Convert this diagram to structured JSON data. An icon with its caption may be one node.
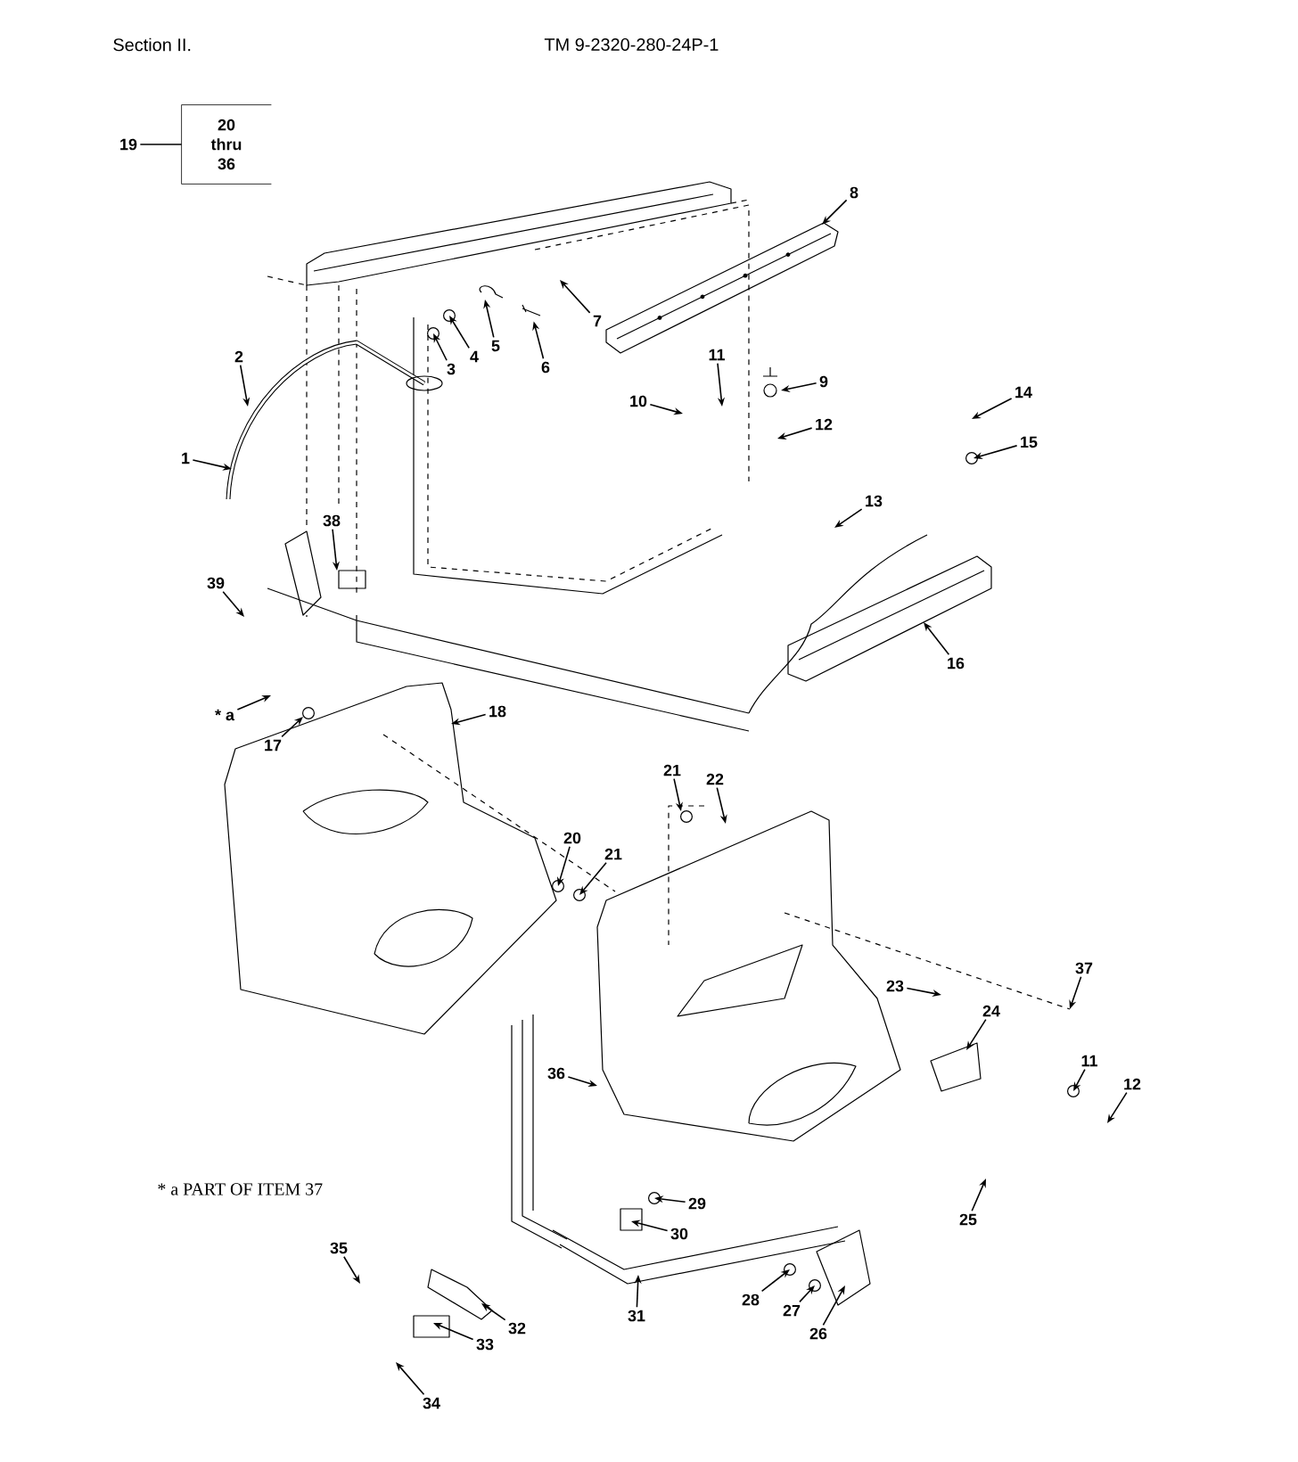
{
  "diagram": {
    "nodes": [
      {
        "text": [
          "19"
        ]
      },
      {
        "text": [
          "20 thru 36"
        ]
      },
      {
        "text": [
          "1"
        ]
      },
      {
        "text": [
          "2"
        ]
      },
      {
        "text": [
          "3"
        ]
      },
      {
        "text": [
          "4"
        ]
      },
      {
        "text": [
          "5"
        ]
      },
      {
        "text": [
          "6"
        ]
      },
      {
        "text": [
          "7"
        ]
      },
      {
        "text": [
          "8"
        ]
      },
      {
        "text": [
          "9"
        ]
      },
      {
        "text": [
          "10"
        ]
      },
      {
        "text": [
          "11"
        ]
      },
      {
        "text": [
          "12"
        ]
      },
      {
        "text": [
          "13"
        ]
      },
      {
        "text": [
          "14"
        ]
      },
      {
        "text": [
          "15"
        ]
      },
      {
        "text": [
          "16"
        ]
      },
      {
        "text": [
          "38"
        ]
      },
      {
        "text": [
          "39"
        ]
      },
      {
        "text": [
          "* a"
        ]
      },
      {
        "text": [
          "17"
        ]
      },
      {
        "text": [
          "18"
        ]
      },
      {
        "text": [
          "21"
        ]
      },
      {
        "text": [
          "22"
        ]
      },
      {
        "text": [
          "20"
        ]
      },
      {
        "text": [
          "21"
        ]
      },
      {
        "text": [
          "36"
        ]
      },
      {
        "text": [
          "37"
        ]
      },
      {
        "text": [
          "23"
        ]
      },
      {
        "text": [
          "24"
        ]
      },
      {
        "text": [
          "11"
        ]
      },
      {
        "text": [
          "12"
        ]
      },
      {
        "text": [
          "25"
        ]
      },
      {
        "text": [
          "29"
        ]
      },
      {
        "text": [
          "30"
        ]
      },
      {
        "text": [
          "31"
        ]
      },
      {
        "text": [
          "28"
        ]
      },
      {
        "text": [
          "27"
        ]
      },
      {
        "text": [
          "26"
        ]
      },
      {
        "text": [
          "35"
        ]
      },
      {
        "text": [
          "32"
        ]
      },
      {
        "text": [
          "33"
        ]
      },
      {
        "text": [
          "34"
        ]
      },
      {
        "text": [],
        "shape": "picture"
      },
      {
        "text": [],
        "shape": "bar"
      }
    ],
    "edges": [
      {
        "from": 0,
        "to": 1,
        "arrow": "none"
      },
      {
        "from": 2,
        "to": null,
        "arrow": "to"
      },
      {
        "from": 3,
        "to": null,
        "arrow": "to"
      },
      {
        "from": 4,
        "to": null,
        "arrow": "to"
      },
      {
        "from": 5,
        "to": null,
        "arrow": "to"
      },
      {
        "from": 6,
        "to": null,
        "arrow": "to"
      },
      {
        "from": 7,
        "to": 44,
        "arrow": "to"
      },
      {
        "from": 8,
        "to": null,
        "arrow": "to"
      },
      {
        "from": 9,
        "to": 45,
        "arrow": "to"
      },
      {
        "from": 10,
        "to": null,
        "arrow": "to"
      },
      {
        "from": 11,
        "to": null,
        "arrow": "to"
      },
      {
        "from": 12,
        "to": null,
        "arrow": "to"
      },
      {
        "from": 13,
        "to": null,
        "arrow": "to"
      },
      {
        "from": 14,
        "to": null,
        "arrow": "to"
      },
      {
        "from": 15,
        "to": null,
        "arrow": "to"
      },
      {
        "from": 16,
        "to": null,
        "arrow": "to"
      },
      {
        "from": 17,
        "to": null,
        "arrow": "to"
      },
      {
        "from": 18,
        "to": null,
        "arrow": "to"
      },
      {
        "from": 19,
        "to": null,
        "arrow": "to"
      },
      {
        "from": 20,
        "to": null,
        "arrow": "to"
      },
      {
        "from": 21,
        "to": null,
        "arrow": "to"
      },
      {
        "from": 22,
        "to": null,
        "arrow": "to"
      },
      {
        "from": 23,
        "to": null,
        "arrow": "to"
      },
      {
        "from": 24,
        "to": null,
        "arrow": "to"
      },
      {
        "from": 25,
        "to": null,
        "arrow": "to"
      },
      {
        "from": 26,
        "to": null,
        "arrow": "to"
      },
      {
        "from": 27,
        "to": null,
        "arrow": "to"
      },
      {
        "from": 28,
        "to": null,
        "arrow": "to"
      },
      {
        "from": 29,
        "to": null,
        "arrow": "to"
      },
      {
        "from": 30,
        "to": null,
        "arrow": "to"
      },
      {
        "from": 31,
        "to": null,
        "arrow": "to"
      },
      {
        "from": 32,
        "to": null,
        "arrow": "to"
      },
      {
        "from": 33,
        "to": null,
        "arrow": "to"
      },
      {
        "from": 34,
        "to": null,
        "arrow": "to"
      },
      {
        "from": 35,
        "to": null,
        "arrow": "to"
      },
      {
        "from": 36,
        "to": null,
        "arrow": "to"
      },
      {
        "from": 37,
        "to": null,
        "arrow": "to"
      },
      {
        "from": 38,
        "to": null,
        "arrow": "to"
      },
      {
        "from": 39,
        "to": null,
        "arrow": "to"
      },
      {
        "from": 40,
        "to": null,
        "arrow": "to"
      },
      {
        "from": 41,
        "to": null,
        "arrow": "to"
      },
      {
        "from": 42,
        "to": null,
        "arrow": "to"
      },
      {
        "from": 43,
        "to": null,
        "arrow": "to"
      }
    ],
    "labels": [
      "Section II.",
      "TM 9-2320-280-24P-1",
      "* a PART OF ITEM 37"
    ]
  }
}
